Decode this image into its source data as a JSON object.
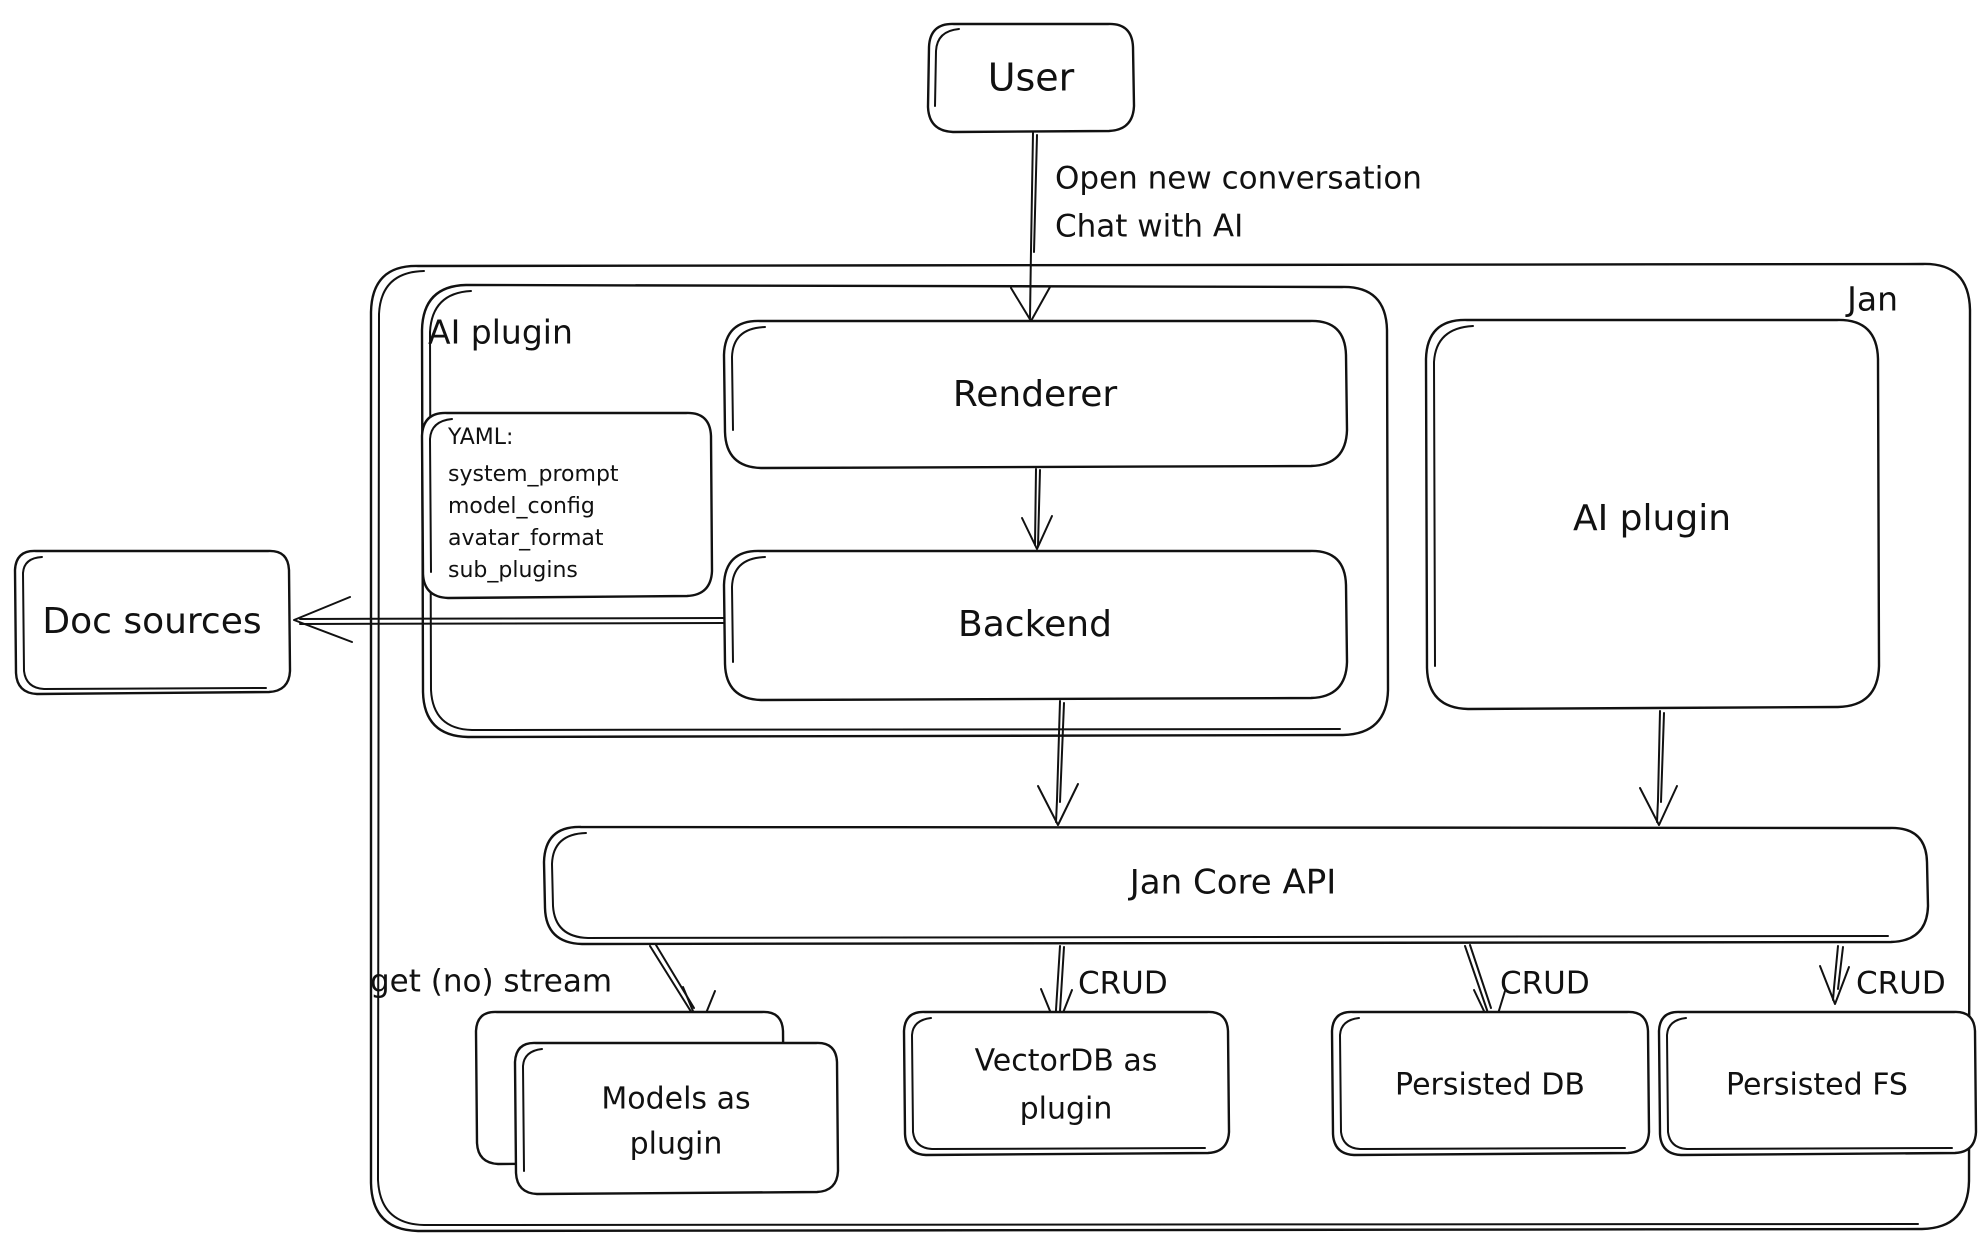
{
  "diagram": {
    "title": "Jan architecture diagram",
    "style": "hand-drawn",
    "stroke_color": "#111111",
    "background_color": "#ffffff"
  },
  "containers": {
    "jan": {
      "label": "Jan"
    },
    "ai_plugin_group": {
      "label": "AI plugin"
    }
  },
  "nodes": {
    "user": {
      "label": "User"
    },
    "renderer": {
      "label": "Renderer"
    },
    "backend": {
      "label": "Backend"
    },
    "ai_plugin_right": {
      "label": "AI plugin"
    },
    "doc_sources": {
      "label": "Doc sources"
    },
    "jan_core_api": {
      "label": "Jan Core API"
    },
    "models_plugin": {
      "label_line1": "Models as",
      "label_line2": "plugin"
    },
    "vectordb_plugin": {
      "label_line1": "VectorDB as",
      "label_line2": "plugin"
    },
    "persisted_db": {
      "label": "Persisted DB"
    },
    "persisted_fs": {
      "label": "Persisted FS"
    }
  },
  "yaml_note": {
    "header": "YAML:",
    "lines": [
      "system_prompt",
      "model_config",
      "avatar_format",
      "sub_plugins"
    ]
  },
  "edge_labels": {
    "user_to_renderer_line1": "Open new conversation",
    "user_to_renderer_line2": "Chat with AI",
    "core_to_models": "get (no) stream",
    "core_to_vectordb": "CRUD",
    "core_to_persisted_db": "CRUD",
    "core_to_persisted_fs": "CRUD"
  }
}
